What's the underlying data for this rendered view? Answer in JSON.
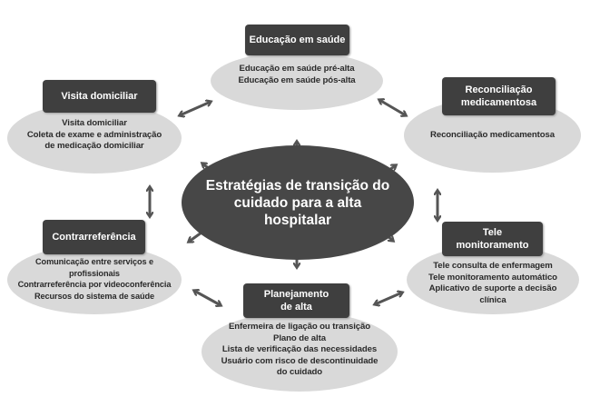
{
  "center": {
    "lines": [
      "Estratégias de transição do",
      "cuidado para a alta",
      "hospitalar"
    ]
  },
  "nodes": {
    "educacao": {
      "title": [
        "Educação em saúde"
      ],
      "items": [
        "Educação em saúde pré-alta",
        "Educação em saúde pós-alta"
      ]
    },
    "visita": {
      "title": [
        "Visita domiciliar"
      ],
      "items": [
        "Visita domiciliar",
        "Coleta de exame e administração",
        "de medicação domiciliar"
      ]
    },
    "reconciliacao": {
      "title": [
        "Reconciliação",
        "medicamentosa"
      ],
      "items": [
        "Reconciliação medicamentosa"
      ]
    },
    "contrarreferencia": {
      "title": [
        "Contrarreferência"
      ],
      "items": [
        "Comunicação entre serviços e",
        "profissionais",
        "Contrarreferência por videoconferência",
        "Recursos do sistema de saúde"
      ]
    },
    "tele": {
      "title": [
        "Tele",
        "monitoramento"
      ],
      "items": [
        "Tele consulta de enfermagem",
        "Tele monitoramento automático",
        "Aplicativo de suporte a decisão",
        "clínica"
      ]
    },
    "planejamento": {
      "title": [
        "Planejamento",
        "de alta"
      ],
      "items": [
        "Enfermeira de ligação ou transição",
        "Plano de alta",
        "Lista de verificação das necessidades",
        "Usuário com risco de descontinuidade",
        "do cuidado"
      ]
    }
  },
  "colors": {
    "box": "#3f3f3f",
    "ellipse": "#d9d9d9",
    "center": "#474747",
    "arrow": "#555555"
  }
}
